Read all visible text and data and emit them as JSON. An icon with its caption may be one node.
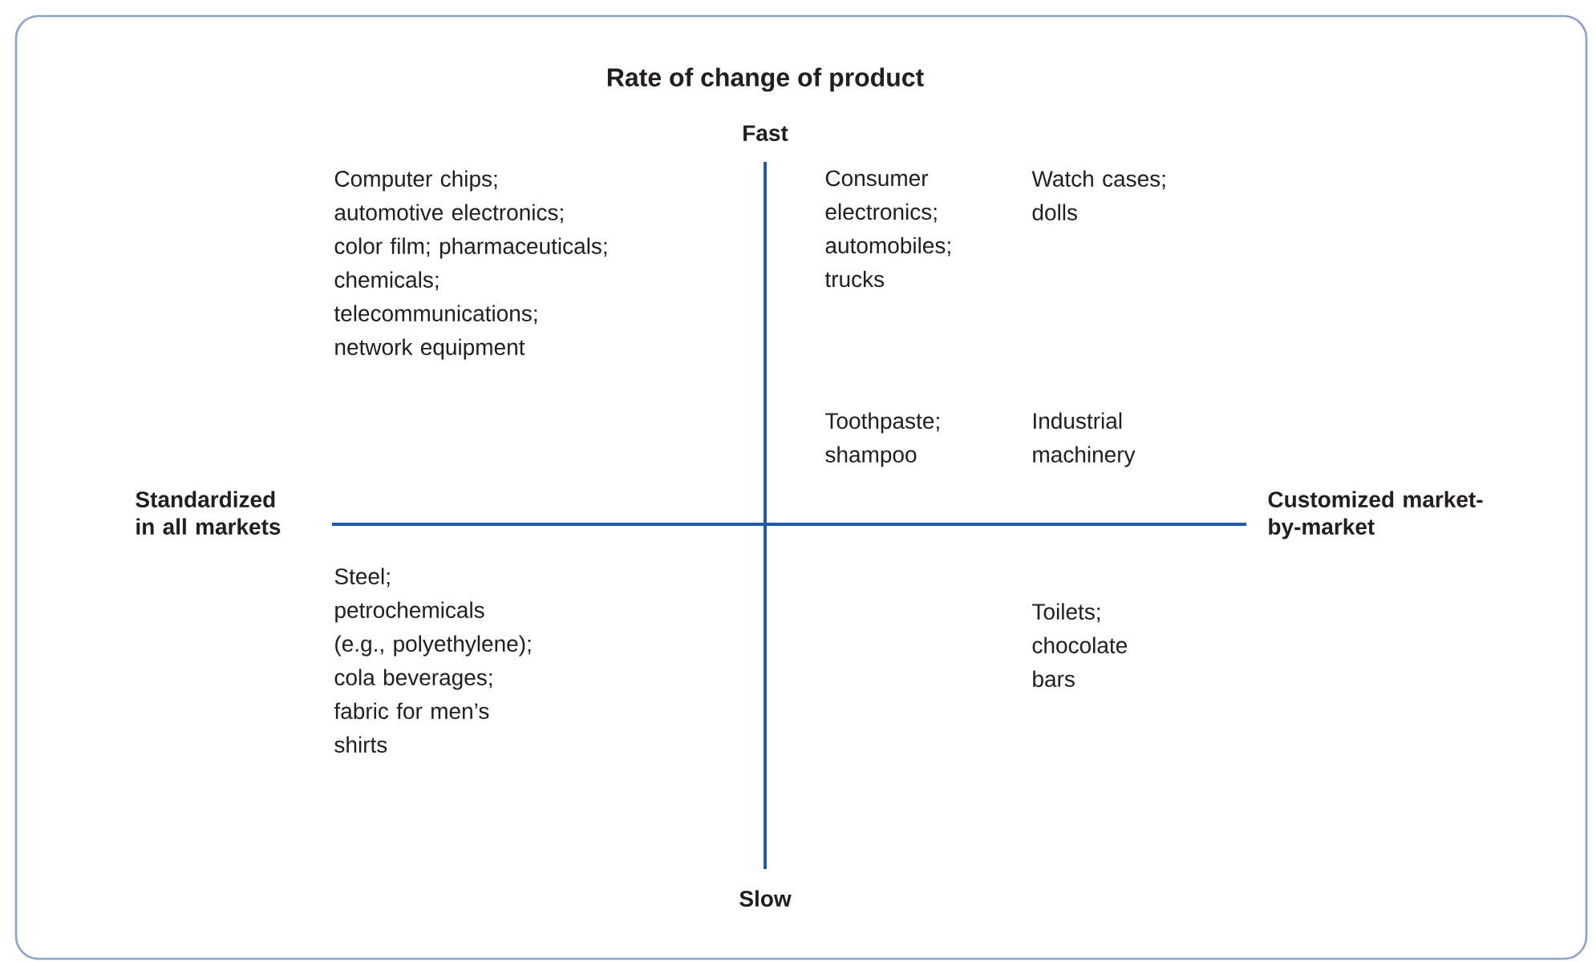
{
  "diagram": {
    "title": "Rate of change of product",
    "labels": [
      "Fast",
      "Computer chips; automotive electronics; color film; pharmaceuticals; chemicals; telecommunications; network equipment",
      "Consumer electronics; automobiles; trucks",
      "Watch cases; dolls",
      "Toothpaste; shampoo",
      "Industrial machinery",
      "Standardized in all markets",
      "Customized market-by-market",
      "Steel; petrochemicals (e.g., polyethylene); cola beverages; fabric for men’s shirts",
      "Toilets; chocolate bars",
      "Slow"
    ]
  }
}
